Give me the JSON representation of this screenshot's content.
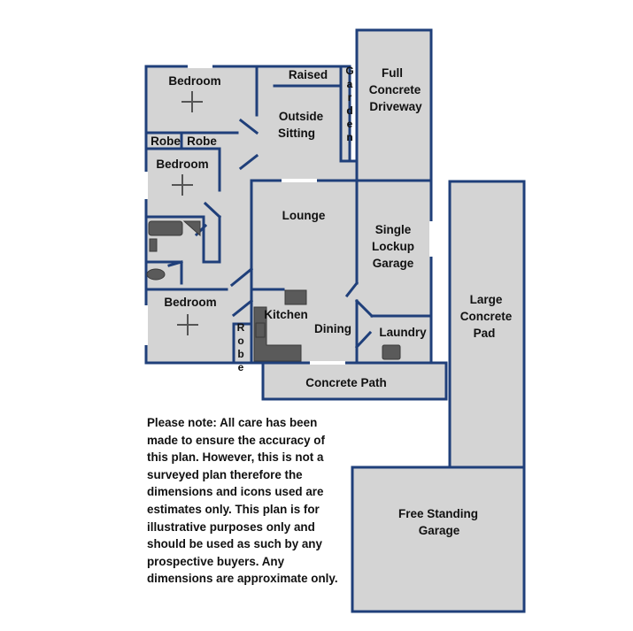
{
  "rooms": {
    "bedroom_1": "Bedroom",
    "robe_1": "Robe",
    "robe_2": "Robe",
    "bedroom_2": "Bedroom",
    "bedroom_3": "Bedroom",
    "robe_3": "Robe",
    "raised": "Raised",
    "garden": "Garden",
    "outside_sitting_1": "Outside",
    "outside_sitting_2": "Sitting",
    "driveway_1": "Full",
    "driveway_2": "Concrete",
    "driveway_3": "Driveway",
    "lounge": "Lounge",
    "garage_1": "Single",
    "garage_2": "Lockup",
    "garage_3": "Garage",
    "kitchen": "Kitchen",
    "dining": "Dining",
    "laundry": "Laundry",
    "concrete_path": "Concrete Path",
    "pad_1": "Large",
    "pad_2": "Concrete",
    "pad_3": "Pad",
    "free_garage_1": "Free Standing",
    "free_garage_2": "Garage"
  },
  "disclaimer": "Please note: All care has been made to ensure the accuracy of this plan. However, this is not a surveyed plan therefore the dimensions and icons used are estimates only. This plan is for illustrative purposes only and should be used as such by any prospective buyers. Any dimensions are approximate only.",
  "colors": {
    "wall": "#1f3f7a",
    "floor": "#d4d4d4"
  }
}
